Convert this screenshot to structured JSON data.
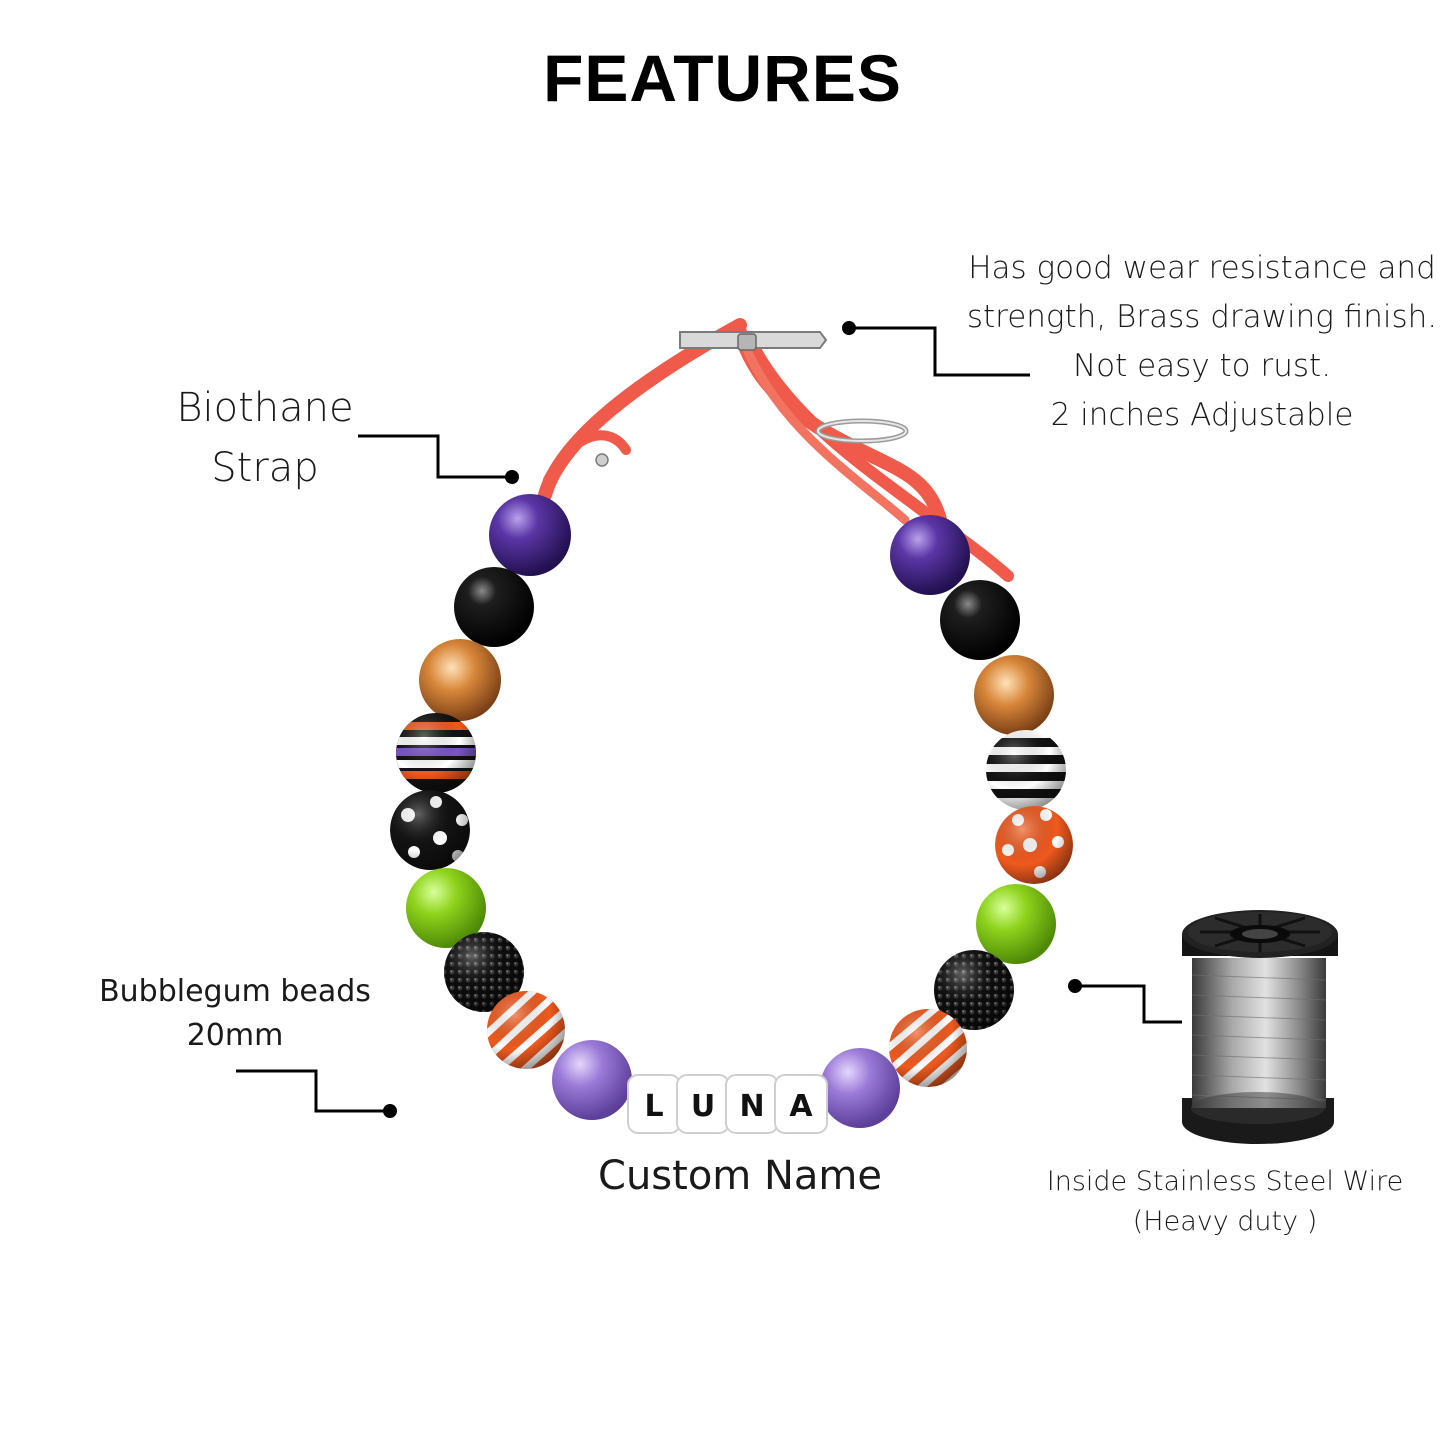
{
  "title": "FEATURES",
  "labels": {
    "biothane": [
      "Biothane",
      "Strap"
    ],
    "hardware": [
      "Has good wear resistance and",
      "strength, Brass drawing finish.",
      "Not easy to rust.",
      "2 inches Adjustable"
    ],
    "bubblegum": [
      "Bubblegum beads",
      "20mm"
    ],
    "custom_name": "Custom Name",
    "wire": [
      "Inside Stainless Steel Wire",
      "(Heavy duty )"
    ]
  },
  "name_beads": [
    "L",
    "U",
    "N",
    "A"
  ],
  "colors": {
    "strap": "#ef5a4a",
    "purple": "#4b2a8c",
    "black": "#111111",
    "copper": "#c8782c",
    "orange": "#f05a1e",
    "green": "#8fd31c",
    "lavender": "#9b7ad8",
    "white": "#ffffff"
  },
  "icons": [
    "buckle-icon",
    "d-ring-icon",
    "wire-spool-icon"
  ]
}
